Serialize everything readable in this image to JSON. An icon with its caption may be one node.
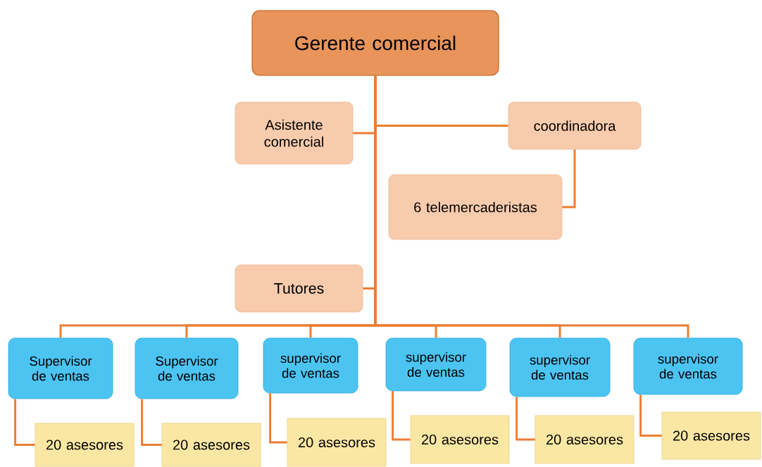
{
  "diagram": {
    "nodes": [
      {
        "text": [
          "Gerente comercial"
        ]
      },
      {
        "text": [
          "Asistente comercial"
        ]
      },
      {
        "text": [
          "coordinadora"
        ]
      },
      {
        "text": [
          "6 telemercaderistas"
        ]
      },
      {
        "text": [
          "Tutores"
        ]
      },
      {
        "text": [
          "Supervisor de ventas"
        ]
      },
      {
        "text": [
          "Supervisor de ventas"
        ]
      },
      {
        "text": [
          "supervisor de ventas"
        ]
      },
      {
        "text": [
          "supervisor de ventas"
        ]
      },
      {
        "text": [
          "supervisor de ventas"
        ]
      },
      {
        "text": [
          "supervisor de ventas"
        ]
      },
      {
        "text": [
          "20 asesores"
        ]
      },
      {
        "text": [
          "20 asesores"
        ]
      },
      {
        "text": [
          "20 asesores"
        ]
      },
      {
        "text": [
          "20 asesores"
        ]
      },
      {
        "text": [
          "20 asesores"
        ]
      },
      {
        "text": [
          "20 asesores"
        ]
      }
    ],
    "edges": [
      {
        "from": 0,
        "to": 1,
        "arrow": "none"
      },
      {
        "from": 0,
        "to": 2,
        "arrow": "none"
      },
      {
        "from": 2,
        "to": 3,
        "arrow": "none"
      },
      {
        "from": 0,
        "to": 4,
        "arrow": "none"
      },
      {
        "from": 0,
        "to": 5,
        "arrow": "none"
      },
      {
        "from": 0,
        "to": 6,
        "arrow": "none"
      },
      {
        "from": 0,
        "to": 7,
        "arrow": "none"
      },
      {
        "from": 0,
        "to": 8,
        "arrow": "none"
      },
      {
        "from": 0,
        "to": 9,
        "arrow": "none"
      },
      {
        "from": 0,
        "to": 10,
        "arrow": "none"
      },
      {
        "from": 5,
        "to": 11,
        "arrow": "none"
      },
      {
        "from": 6,
        "to": 12,
        "arrow": "none"
      },
      {
        "from": 7,
        "to": 13,
        "arrow": "none"
      },
      {
        "from": 8,
        "to": 14,
        "arrow": "none"
      },
      {
        "from": 9,
        "to": 15,
        "arrow": "none"
      },
      {
        "from": 10,
        "to": 16,
        "arrow": "none"
      }
    ]
  }
}
